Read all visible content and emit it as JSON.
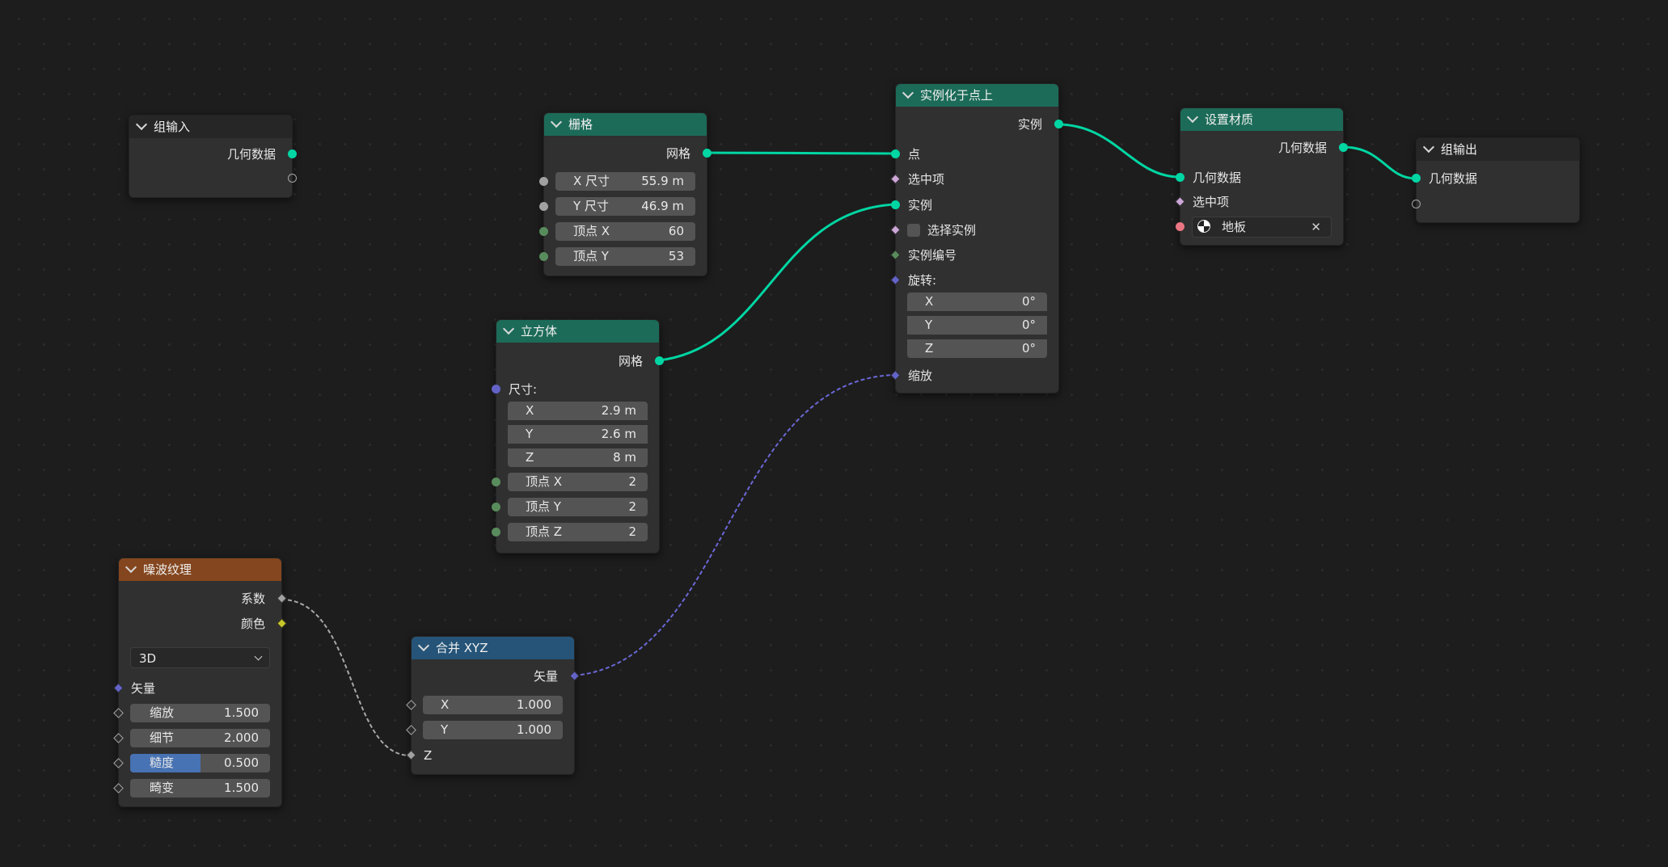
{
  "colors": {
    "geometry": "#00d6a3",
    "vector": "#6363c7",
    "float": "#a1a1a1",
    "integer": "#598c5c",
    "color": "#c7c729",
    "material": "#eb7582",
    "header_geometry": "#1b6b58",
    "header_texture": "#84461e",
    "header_converter": "#255478",
    "header_group": "#262626"
  },
  "group_input": {
    "title": "组输入",
    "out_geometry": "几何数据"
  },
  "grid": {
    "title": "栅格",
    "out_mesh": "网格",
    "fields": [
      {
        "label": "X 尺寸",
        "value": "55.9 m"
      },
      {
        "label": "Y 尺寸",
        "value": "46.9 m"
      },
      {
        "label": "顶点 X",
        "value": "60"
      },
      {
        "label": "顶点 Y",
        "value": "53"
      }
    ]
  },
  "cube": {
    "title": "立方体",
    "out_mesh": "网格",
    "size_label": "尺寸:",
    "size": [
      {
        "label": "X",
        "value": "2.9 m"
      },
      {
        "label": "Y",
        "value": "2.6 m"
      },
      {
        "label": "Z",
        "value": "8 m"
      }
    ],
    "verts": [
      {
        "label": "顶点 X",
        "value": "2"
      },
      {
        "label": "顶点 Y",
        "value": "2"
      },
      {
        "label": "顶点 Z",
        "value": "2"
      }
    ]
  },
  "instance": {
    "title": "实例化于点上",
    "out_instances": "实例",
    "in_points": "点",
    "in_selection": "选中项",
    "in_instance": "实例",
    "pick_instance": "选择实例",
    "instance_index": "实例编号",
    "rotation_label": "旋转:",
    "rotation": [
      {
        "label": "X",
        "value": "0°"
      },
      {
        "label": "Y",
        "value": "0°"
      },
      {
        "label": "Z",
        "value": "0°"
      }
    ],
    "scale": "缩放"
  },
  "set_material": {
    "title": "设置材质",
    "out_geometry": "几何数据",
    "in_geometry": "几何数据",
    "in_selection": "选中项",
    "material": "地板"
  },
  "group_output": {
    "title": "组输出",
    "in_geometry": "几何数据"
  },
  "noise": {
    "title": "噪波纹理",
    "out_fac": "系数",
    "out_color": "颜色",
    "dimension": "3D",
    "in_vector": "矢量",
    "fields": [
      {
        "label": "缩放",
        "value": "1.500",
        "fill": 0
      },
      {
        "label": "细节",
        "value": "2.000",
        "fill": 0
      },
      {
        "label": "糙度",
        "value": "0.500",
        "fill": 0.5
      },
      {
        "label": "畸变",
        "value": "1.500",
        "fill": 0
      }
    ]
  },
  "combine": {
    "title": "合并 XYZ",
    "out_vector": "矢量",
    "fields": [
      {
        "label": "X",
        "value": "1.000"
      },
      {
        "label": "Y",
        "value": "1.000"
      }
    ],
    "in_z": "Z"
  }
}
